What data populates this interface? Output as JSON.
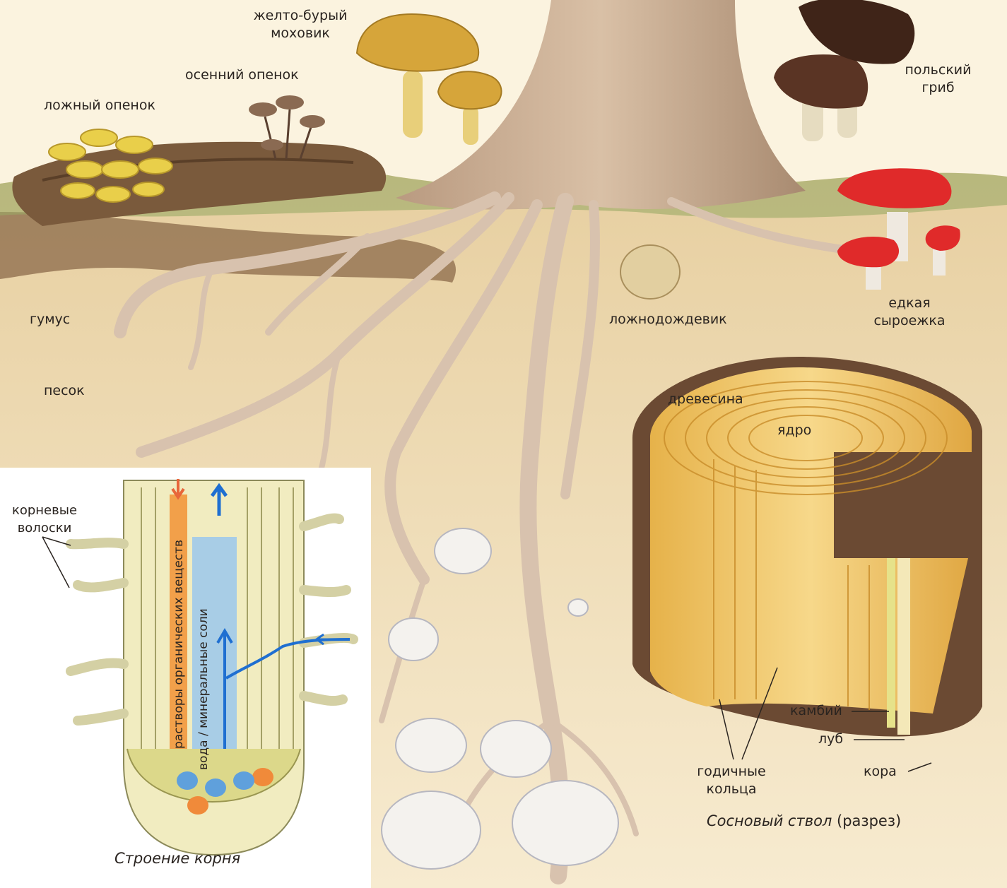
{
  "labels": {
    "zhelto_buryi_mokhovik": "желто-бурый\nмоховик",
    "osenniy_openok": "осенний опенок",
    "lozhnyi_openok": "ложный опенок",
    "polskiy_grib": "польский\nгриб",
    "gumus": "гумус",
    "pesok": "песок",
    "lozhnodozhdevik": "ложнодождевик",
    "edkaya_syroezhka": "едкая\nсыроежка",
    "drevesina": "древесина",
    "yadro": "ядро",
    "kambiy": "камбий",
    "lub": "луб",
    "kora": "кора",
    "godichnye_koltsa": "годичные\nкольца",
    "kornevye_voloski": "корневые\nволоски",
    "rastvory": "растворы органических веществ",
    "voda_soli": "вода / минеральные соли"
  },
  "captions": {
    "root_structure": "Строение корня",
    "pine_trunk_italic": "Сосновый ствол",
    "pine_trunk_suffix": " (разрез)"
  },
  "colors": {
    "background": "#fbf3df",
    "humus": "#8b6a4a",
    "sand": "#efdcb2",
    "root": "#dcc7b4",
    "wood": "#f0c66a",
    "bark": "#6b4a33",
    "organic_arrow": "#e8663a",
    "water_arrow": "#1f6fd1",
    "russula_cap": "#e02a2a"
  }
}
